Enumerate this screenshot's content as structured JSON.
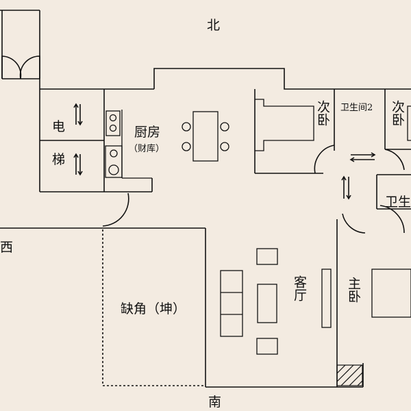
{
  "compass": {
    "north": "北",
    "south": "南",
    "west": "西"
  },
  "rooms": {
    "elevator_1": "电",
    "elevator_2": "梯",
    "kitchen": "厨房",
    "kitchen_note": "（财库）",
    "second_bedroom_a": "次卧",
    "bathroom_2": "卫生间2",
    "second_bedroom_b": "次卧",
    "bathroom": "卫生",
    "living_room": "客厅",
    "master_bedroom": "主卧",
    "missing_corner": "缺角（坤）"
  },
  "colors": {
    "background": "#f3ebe1",
    "line": "#111111"
  }
}
